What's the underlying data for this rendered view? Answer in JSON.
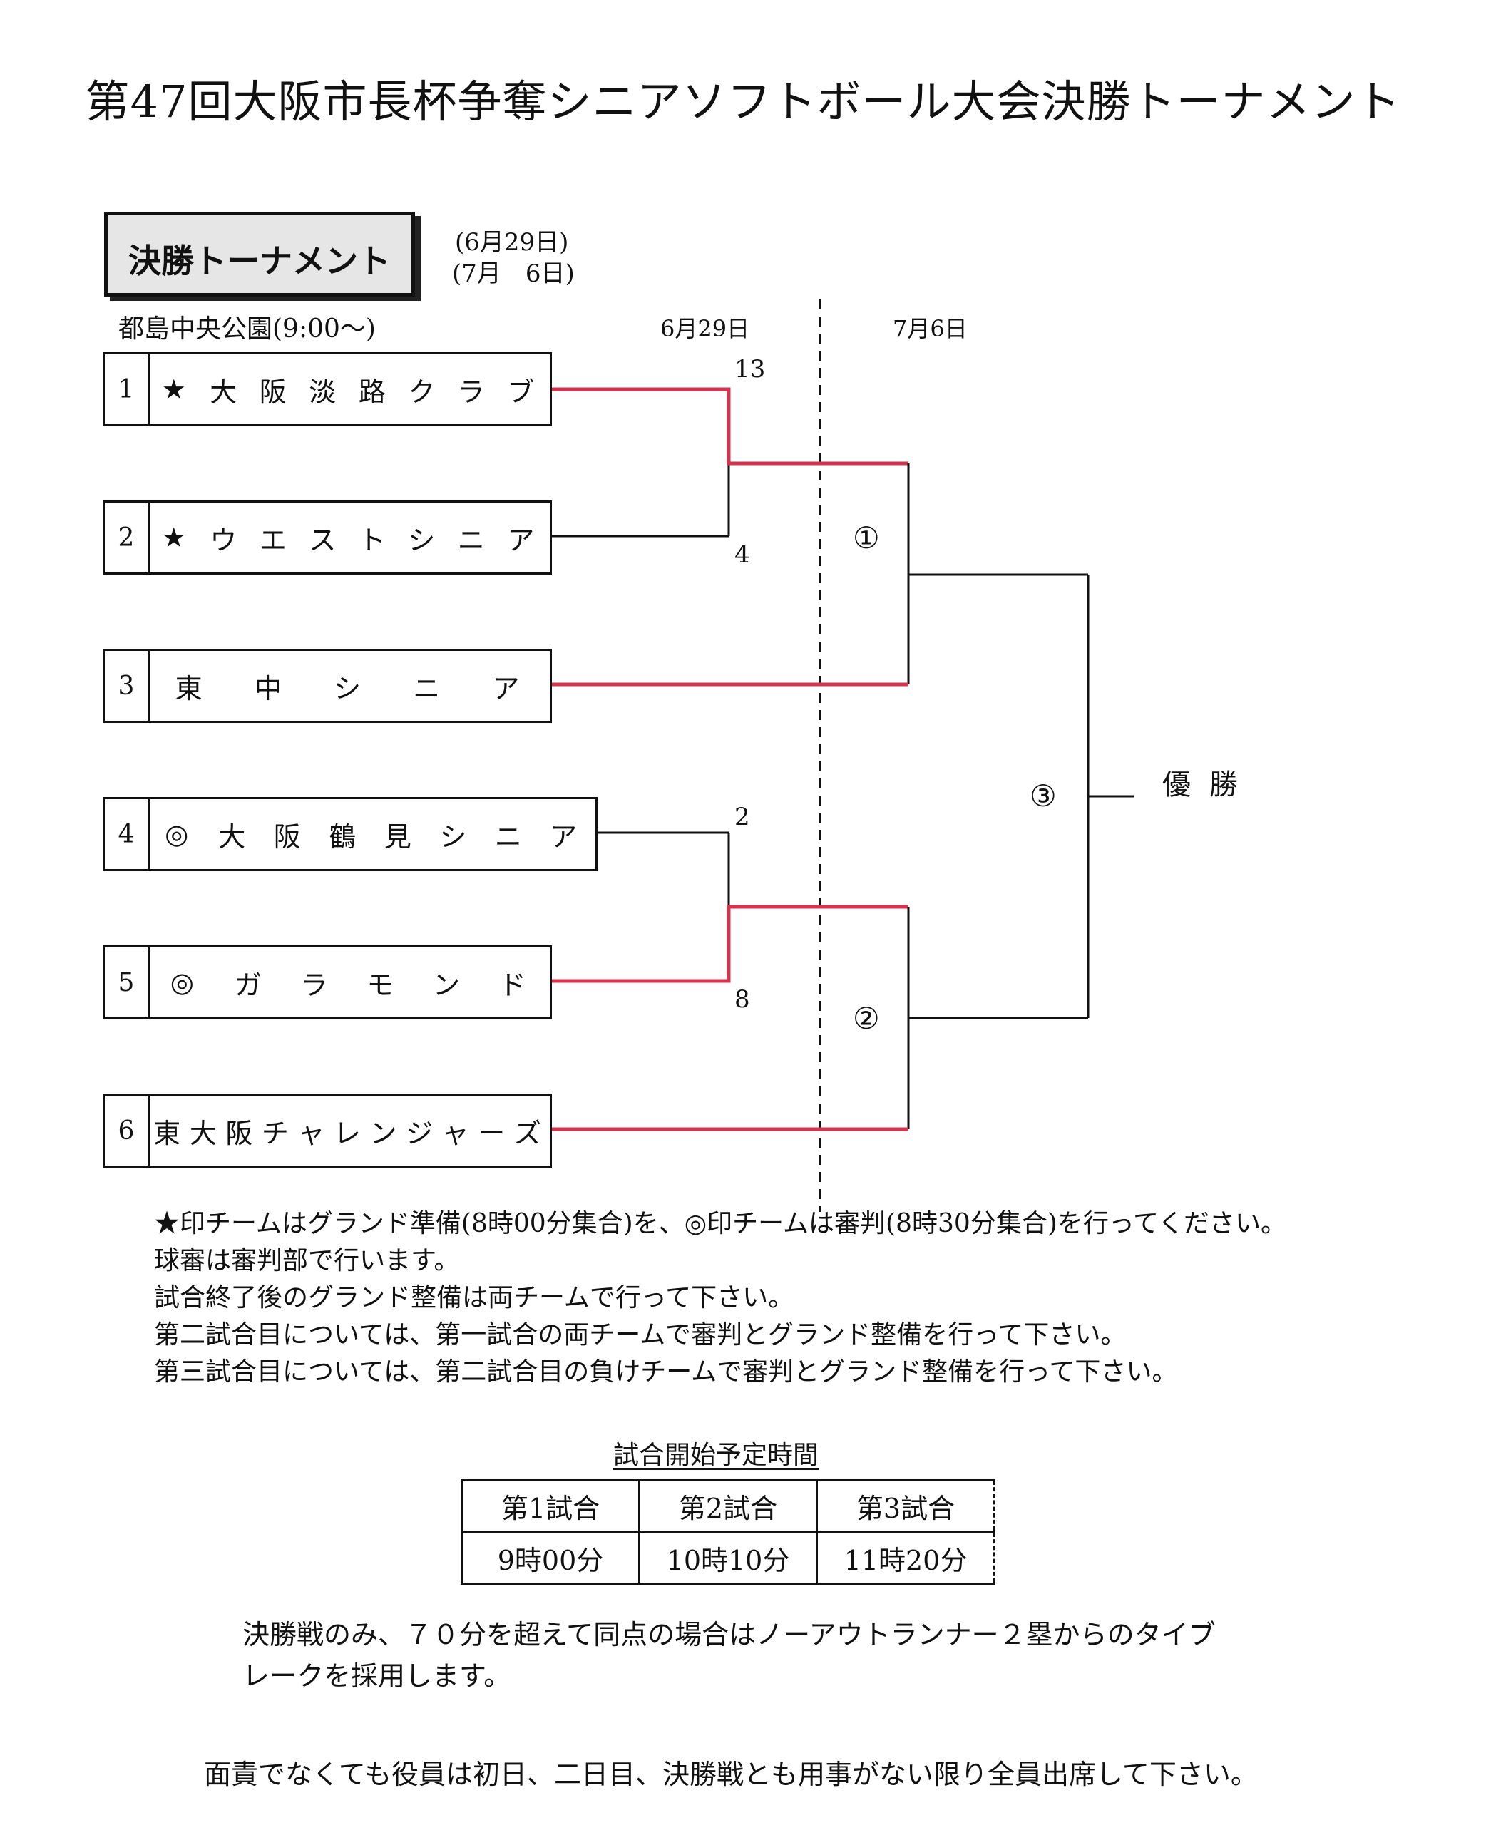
{
  "title": "第47回大阪市長杯争奪シニアソフトボール大会決勝トーナメント",
  "section": {
    "label": "決勝トーナメント",
    "dates": [
      "(6月29日)",
      "(7月　6日)"
    ]
  },
  "venue": "都島中央公園(9:00〜)",
  "round_dates": [
    "6月29日",
    "7月6日"
  ],
  "teams": [
    {
      "num": "1",
      "chars": [
        "★",
        "大",
        "阪",
        "淡",
        "路",
        "ク",
        "ラ",
        "ブ"
      ]
    },
    {
      "num": "2",
      "chars": [
        "★",
        "ウ",
        "エ",
        "ス",
        "ト",
        "シ",
        "ニ",
        "ア"
      ]
    },
    {
      "num": "3",
      "chars": [
        "東",
        "中",
        "シ",
        "ニ",
        "ア"
      ]
    },
    {
      "num": "4",
      "chars": [
        "◎",
        "大",
        "阪",
        "鶴",
        "見",
        "シ",
        "ニ",
        "ア"
      ]
    },
    {
      "num": "5",
      "chars": [
        "◎",
        "ガ",
        "ラ",
        "モ",
        "ン",
        "ド"
      ]
    },
    {
      "num": "6",
      "chars": [
        "東",
        "大",
        "阪",
        "チ",
        "ャ",
        "レ",
        "ン",
        "ジ",
        "ャ",
        "ー",
        "ズ"
      ]
    }
  ],
  "scores": {
    "m1_top": "13",
    "m1_bottom": "4",
    "m2_top": "2",
    "m2_bottom": "8"
  },
  "matches": {
    "m1": "①",
    "m2": "②",
    "m3": "③"
  },
  "winner_label": "優勝",
  "colors": {
    "winner_line": "#d6334f",
    "line": "#111111"
  },
  "notes": [
    "★印チームはグランド準備(8時00分集合)を、◎印チームは審判(8時30分集合)を行ってください。",
    "球審は審判部で行います。",
    "試合終了後のグランド整備は両チームで行って下さい。",
    "第二試合目については、第一試合の両チームで審判とグランド整備を行って下さい。",
    "第三試合目については、第二試合目の負けチームで審判とグランド整備を行って下さい。"
  ],
  "schedule": {
    "title": "試合開始予定時間",
    "headers": [
      "第1試合",
      "第2試合",
      "第3試合"
    ],
    "times": [
      "9時00分",
      "10時10分",
      "11時20分"
    ]
  },
  "final_rule": [
    "決勝戦のみ、７０分を超えて同点の場合はノーアウトランナー２塁からのタイブ",
    "レークを採用します。"
  ],
  "attendance": "面責でなくても役員は初日、二日目、決勝戦とも用事がない限り全員出席して下さい。"
}
